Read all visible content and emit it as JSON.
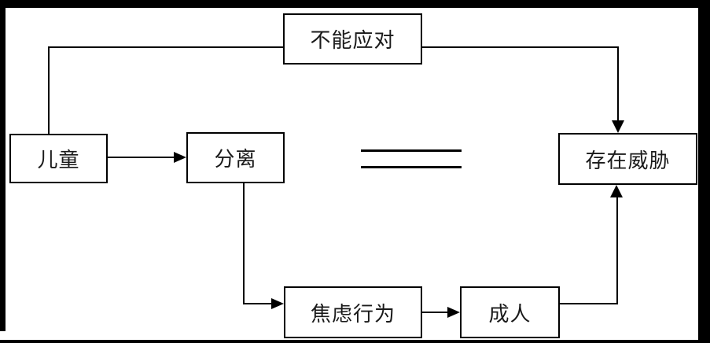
{
  "diagram": {
    "title": "separation-anxiety flow diagram",
    "background_color": "#ffffff",
    "line_color": "#000000",
    "frame_color": "#000000",
    "text_color": "#1a1a1a",
    "nodes": [
      {
        "id": "cannot-cope",
        "label": "不能应对"
      },
      {
        "id": "child",
        "label": "儿童"
      },
      {
        "id": "separation",
        "label": "分离"
      },
      {
        "id": "threat",
        "label": "存在威胁"
      },
      {
        "id": "anxious-behavior",
        "label": "焦虑行为"
      },
      {
        "id": "adult",
        "label": "成人"
      }
    ],
    "connectors": [
      {
        "from": "child",
        "to": "threat",
        "via": "cannot-cope",
        "type": "elbow-arrow",
        "arrow_into": "threat-top"
      },
      {
        "from": "child",
        "to": "separation",
        "type": "straight-arrow"
      },
      {
        "from": "separation",
        "to": "anxious-behavior",
        "type": "elbow-arrow"
      },
      {
        "from": "anxious-behavior",
        "to": "adult",
        "type": "straight-arrow"
      },
      {
        "from": "adult",
        "to": "threat",
        "type": "elbow-arrow",
        "arrow_into": "threat-bottom"
      },
      {
        "between": [
          "separation",
          "threat"
        ],
        "type": "equals-sign"
      }
    ]
  }
}
